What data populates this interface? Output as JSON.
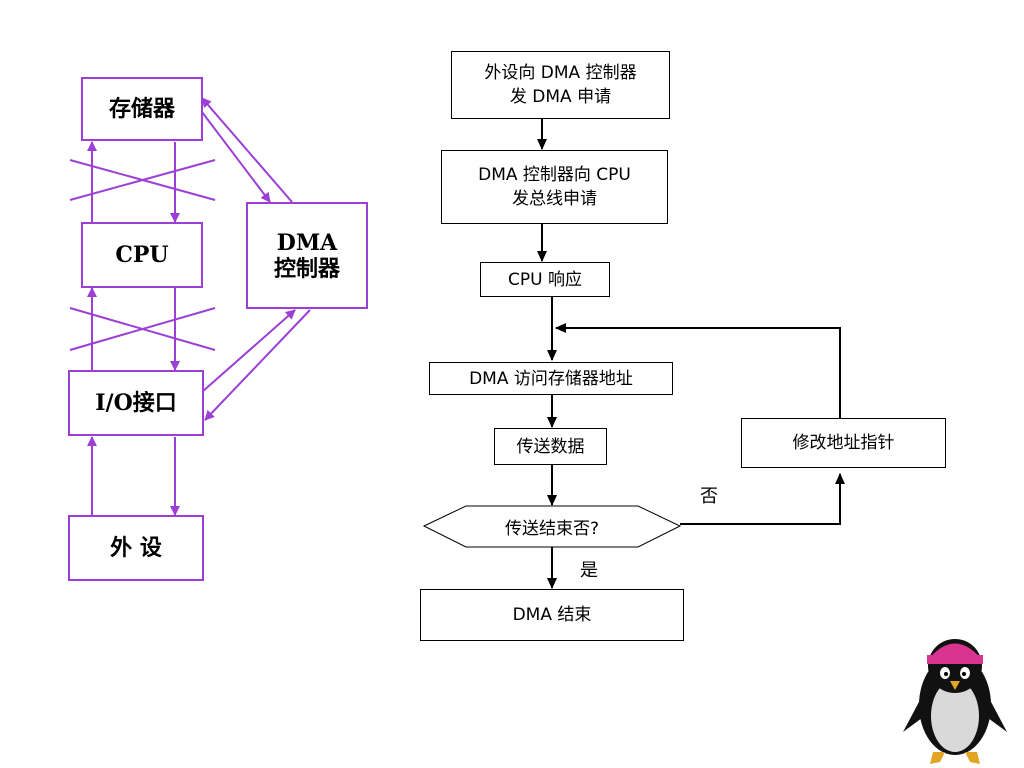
{
  "colors": {
    "block_stroke": "#9b3fd6",
    "flow_stroke": "#000000",
    "penguin_hat": "#d8338f"
  },
  "block_diagram": {
    "memory": "存储器",
    "cpu": "CPU",
    "dma_line1": "DMA",
    "dma_line2": "控制器",
    "io": "I/O接口",
    "peripheral": "外 设"
  },
  "flowchart": {
    "step1_line1": "外设向 DMA 控制器",
    "step1_line2": "发 DMA 申请",
    "step2_line1": "DMA 控制器向 CPU",
    "step2_line2": "发总线申请",
    "step3": "CPU 响应",
    "step4": "DMA 访问存储器地址",
    "step5": "传送数据",
    "decision": "传送结束否?",
    "no_label": "否",
    "yes_label": "是",
    "modify": "修改地址指针",
    "end": "DMA 结束"
  },
  "decoration": {
    "icon": "penguin-icon"
  }
}
